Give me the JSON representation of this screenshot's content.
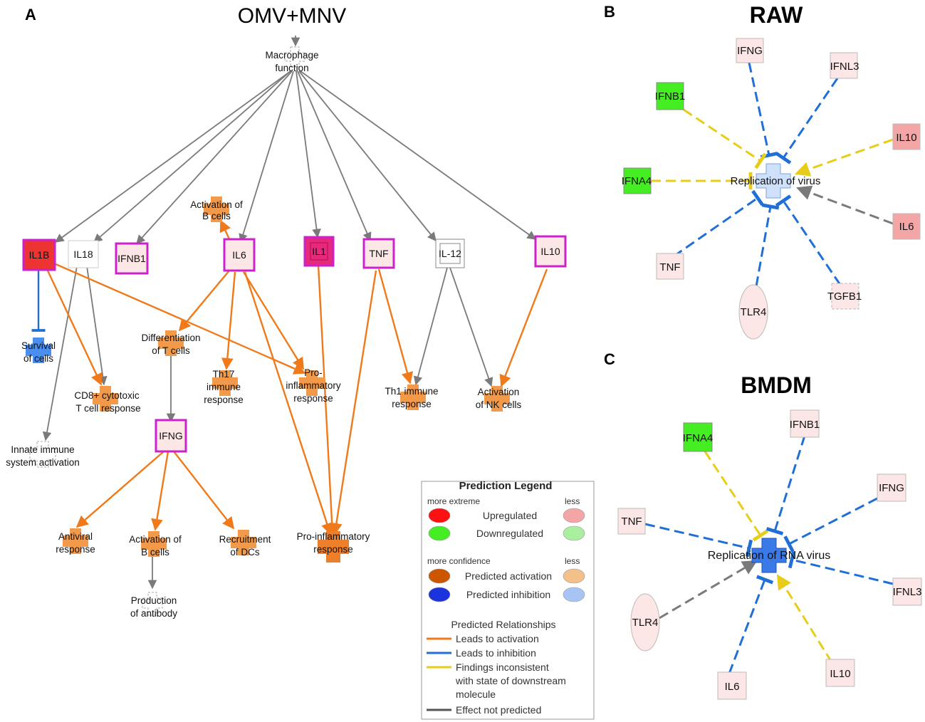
{
  "panels": {
    "a": {
      "letter": "A",
      "title": "OMV+MNV"
    },
    "b": {
      "letter": "B",
      "title": "RAW"
    },
    "c": {
      "letter": "C",
      "title": "BMDM"
    }
  },
  "panel_a_nodes": {
    "macrophage_function": [
      "Macrophage",
      "function"
    ],
    "il1b": "IL1B",
    "il18": "IL18",
    "ifnb1": "IFNB1",
    "il6": "IL6",
    "il1": "IL1",
    "tnf": "TNF",
    "il12": "IL-12",
    "il10": "IL10",
    "ifng": "IFNG",
    "activation_b_cells_top": [
      "Activation of",
      "B cells"
    ],
    "survival_of_cells": [
      "Survival",
      "of cells"
    ],
    "differentiation_t_cells": [
      "Differentiation",
      "of T cells"
    ],
    "th17_response": [
      "Th17",
      "immune",
      "response"
    ],
    "pro_inflammatory_response_mid": [
      "Pro-",
      "inflammatory",
      "response"
    ],
    "th1_response": [
      "Th1 immune",
      "response"
    ],
    "activation_nk_cells": [
      "Activation",
      "of NK cells"
    ],
    "cd8_response": [
      "CD8+ cytotoxic",
      "T cell response"
    ],
    "innate_immune_activation": [
      "Innate immune",
      "system activation"
    ],
    "antiviral_response": [
      "Antiviral",
      "response"
    ],
    "activation_b_cells_bottom": [
      "Activation of",
      "B cells"
    ],
    "recruitment_dcs": [
      "Recruitment",
      "of DCs"
    ],
    "pro_inflammatory_response_bottom": [
      "Pro-inflammatory",
      "response"
    ],
    "production_of_antibody": [
      "Production",
      "of antibody"
    ]
  },
  "panel_b_nodes": {
    "center": "Replication of virus",
    "ifng": "IFNG",
    "ifnl3": "IFNL3",
    "ifnb1": "IFNB1",
    "il10": "IL10",
    "ifna4": "IFNA4",
    "il6": "IL6",
    "tnf": "TNF",
    "tgfb1": "TGFB1",
    "tlr4": "TLR4"
  },
  "panel_c_nodes": {
    "center": "Replication of RNA virus",
    "ifna4": "IFNA4",
    "ifnb1": "IFNB1",
    "ifng": "IFNG",
    "tnf": "TNF",
    "ifnl3": "IFNL3",
    "tlr4": "TLR4",
    "il6": "IL6",
    "il10": "IL10"
  },
  "legend": {
    "title": "Prediction Legend",
    "more_extreme": "more extreme",
    "less": "less",
    "upregulated": "Upregulated",
    "downregulated": "Downregulated",
    "more_confidence": "more confidence",
    "predicted_activation": "Predicted activation",
    "predicted_inhibition": "Predicted inhibition",
    "predicted_relationships": "Predicted Relationships",
    "leads_to_activation": "Leads to activation",
    "leads_to_inhibition": "Leads to inhibition",
    "findings_inconsistent": [
      "Findings inconsistent",
      "with state of downstream",
      "molecule"
    ],
    "effect_not_predicted": "Effect not predicted"
  },
  "colors": {
    "activation_edge": "#f07a1a",
    "inhibition_edge": "#1f6fd6",
    "inconsistent_edge": "#e8cc1a",
    "not_predicted_edge": "#7a7a7a",
    "upregulated_strong": "#ff1111",
    "upregulated_weak": "#f4a6a6",
    "downregulated_strong": "#44ee22",
    "downregulated_weak": "#aaeea0",
    "activation_strong": "#cc5500",
    "activation_weak": "#f4c08a",
    "inhibition_strong": "#1a33dd",
    "inhibition_weak": "#a8c4f4",
    "node_border_magenta": "#cc22cc",
    "node_fill_pink": "#fde6e6"
  }
}
